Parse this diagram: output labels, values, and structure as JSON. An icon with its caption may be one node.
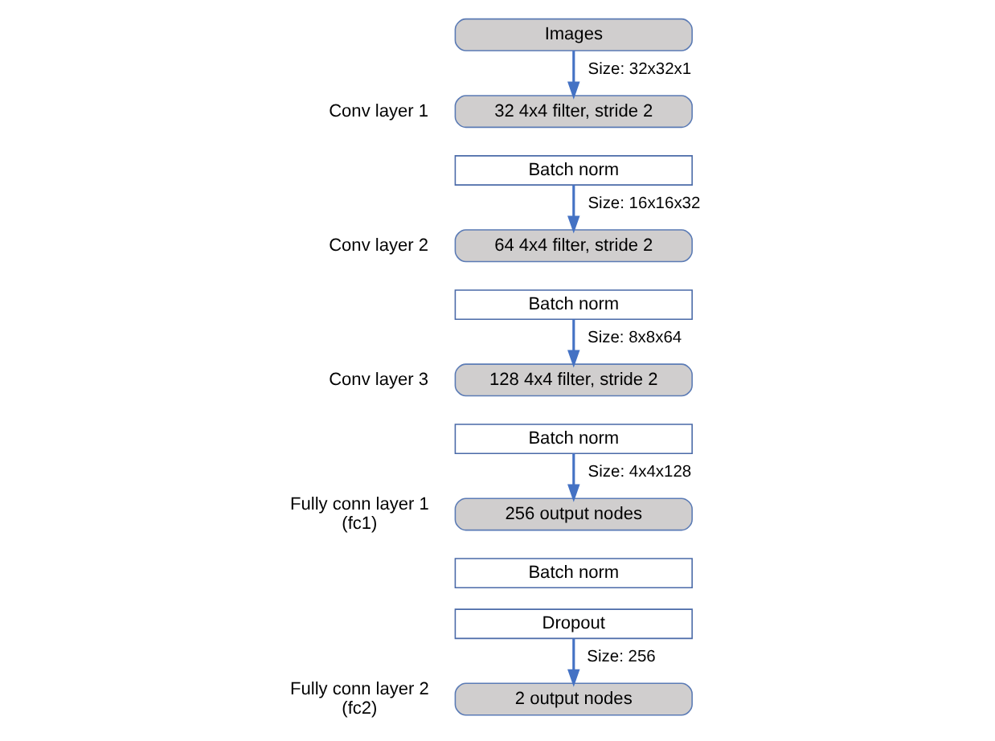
{
  "diagram": {
    "nodes": [
      {
        "text": [
          "Images"
        ]
      },
      {
        "text": [
          "32 4x4 filter, stride 2"
        ],
        "beside": [
          "Conv layer 1"
        ]
      },
      {
        "text": [
          "Batch norm"
        ]
      },
      {
        "text": [
          "64 4x4 filter, stride 2"
        ],
        "beside": [
          "Conv layer 2"
        ]
      },
      {
        "text": [
          "Batch norm"
        ]
      },
      {
        "text": [
          "128 4x4 filter, stride 2"
        ],
        "beside": [
          "Conv layer 3"
        ]
      },
      {
        "text": [
          "Batch norm"
        ]
      },
      {
        "text": [
          "256 output nodes"
        ],
        "beside": [
          "Fully conn layer 1 (fc1)"
        ]
      },
      {
        "text": [
          "Batch norm"
        ]
      },
      {
        "text": [
          "Dropout"
        ]
      },
      {
        "text": [
          "2 output nodes"
        ],
        "beside": [
          "Fully conn layer 2 (fc2)"
        ]
      }
    ],
    "edges": [
      {
        "from": 0,
        "to": 1,
        "arrow": "to",
        "label": "Size: 32x32x1"
      },
      {
        "from": 2,
        "to": 3,
        "arrow": "to",
        "label": "Size: 16x16x32"
      },
      {
        "from": 4,
        "to": 5,
        "arrow": "to",
        "label": "Size: 8x8x64"
      },
      {
        "from": 6,
        "to": 7,
        "arrow": "to",
        "label": "Size: 4x4x128"
      },
      {
        "from": 9,
        "to": 10,
        "arrow": "to",
        "label": "Size: 256"
      }
    ]
  }
}
